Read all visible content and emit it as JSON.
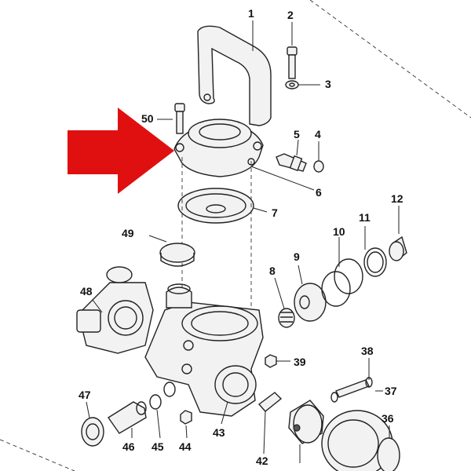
{
  "labels": {
    "p1": "1",
    "p2": "2",
    "p3": "3",
    "p4": "4",
    "p5": "5",
    "p6": "6",
    "p7": "7",
    "p8": "8",
    "p9": "9",
    "p10": "10",
    "p11": "11",
    "p12": "12",
    "p36": "36",
    "p37": "37",
    "p38": "38",
    "p39": "39",
    "p42": "42",
    "p43": "43",
    "p44": "44",
    "p45": "45",
    "p46": "46",
    "p47": "47",
    "p48": "48",
    "p49": "49",
    "p50": "50"
  },
  "colors": {
    "arrow": "#e01010",
    "line": "#222222"
  }
}
